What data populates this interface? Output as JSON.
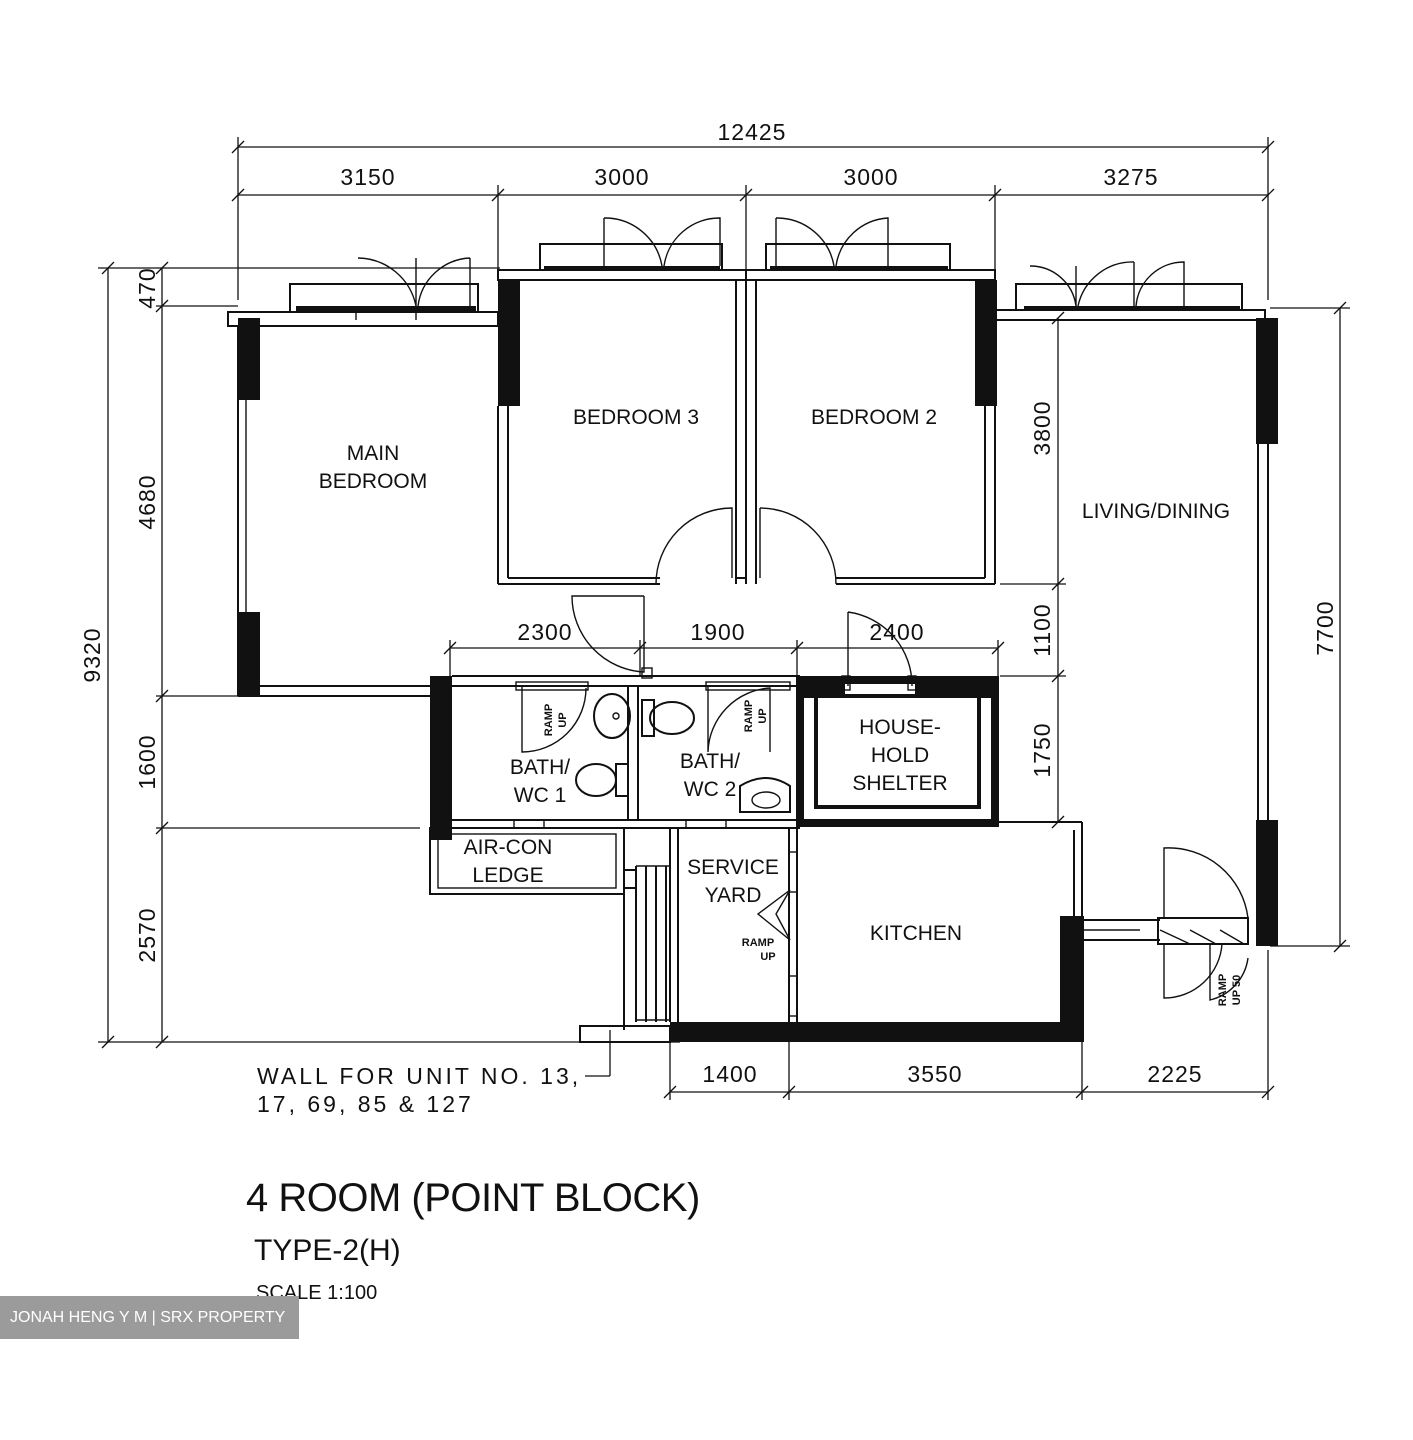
{
  "plan": {
    "title": "4 ROOM (POINT BLOCK)",
    "type": "TYPE-2(H)",
    "scale": "SCALE 1:100",
    "watermark": "JONAH HENG Y M | SRX PROPERTY",
    "note_line1": "WALL FOR UNIT NO. 13,",
    "note_line2": "17, 69, 85 & 127"
  },
  "rooms": {
    "main_bedroom_1": "MAIN",
    "main_bedroom_2": "BEDROOM",
    "bedroom3": "BEDROOM 3",
    "bedroom2": "BEDROOM 2",
    "living": "LIVING/DINING",
    "bath1_1": "BATH/",
    "bath1_2": "WC 1",
    "bath2_1": "BATH/",
    "bath2_2": "WC 2",
    "shelter_1": "HOUSE-",
    "shelter_2": "HOLD",
    "shelter_3": "SHELTER",
    "aircon_1": "AIR-CON",
    "aircon_2": "LEDGE",
    "service_1": "SERVICE",
    "service_2": "YARD",
    "kitchen": "KITCHEN",
    "ramp": "RAMP",
    "up": "UP",
    "up50": "UP 50"
  },
  "dims": {
    "total_width": "12425",
    "top": [
      "3150",
      "3000",
      "3000",
      "3275"
    ],
    "mid": [
      "2300",
      "1900",
      "2400"
    ],
    "bottom": [
      "1400",
      "3550",
      "2225"
    ],
    "left_total": "9320",
    "left": [
      "470",
      "4680",
      "1600",
      "2570"
    ],
    "right_inner": [
      "3800",
      "1100",
      "1750"
    ],
    "right_total": "7700"
  }
}
